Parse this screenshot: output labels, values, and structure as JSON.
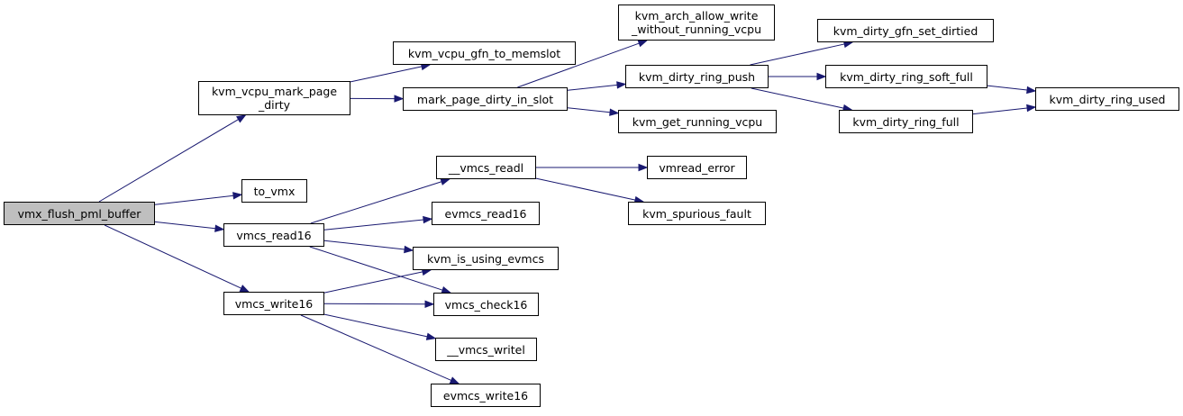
{
  "colors": {
    "edge": "#191970",
    "root_fill": "#bfbfbf",
    "node_fill": "#ffffff",
    "border": "#000000"
  },
  "nodes": {
    "vmx_flush_pml_buffer": "vmx_flush_pml_buffer",
    "kvm_vcpu_mark_page_dirty": "kvm_vcpu_mark_page\n_dirty",
    "to_vmx": "to_vmx",
    "vmcs_read16": "vmcs_read16",
    "vmcs_write16": "vmcs_write16",
    "kvm_vcpu_gfn_to_memslot": "kvm_vcpu_gfn_to_memslot",
    "mark_page_dirty_in_slot": "mark_page_dirty_in_slot",
    "vmcs_readl": "__vmcs_readl",
    "evmcs_read16": "evmcs_read16",
    "kvm_is_using_evmcs": "kvm_is_using_evmcs",
    "vmcs_check16": "vmcs_check16",
    "vmcs_writel": "__vmcs_writel",
    "evmcs_write16": "evmcs_write16",
    "kvm_arch_allow_write_without_running_vcpu": "kvm_arch_allow_write\n_without_running_vcpu",
    "kvm_dirty_ring_push": "kvm_dirty_ring_push",
    "kvm_get_running_vcpu": "kvm_get_running_vcpu",
    "vmread_error": "vmread_error",
    "kvm_spurious_fault": "kvm_spurious_fault",
    "kvm_dirty_gfn_set_dirtied": "kvm_dirty_gfn_set_dirtied",
    "kvm_dirty_ring_soft_full": "kvm_dirty_ring_soft_full",
    "kvm_dirty_ring_full": "kvm_dirty_ring_full",
    "kvm_dirty_ring_used": "kvm_dirty_ring_used"
  },
  "edges": [
    [
      "vmx_flush_pml_buffer",
      "kvm_vcpu_mark_page_dirty"
    ],
    [
      "vmx_flush_pml_buffer",
      "to_vmx"
    ],
    [
      "vmx_flush_pml_buffer",
      "vmcs_read16"
    ],
    [
      "vmx_flush_pml_buffer",
      "vmcs_write16"
    ],
    [
      "kvm_vcpu_mark_page_dirty",
      "kvm_vcpu_gfn_to_memslot"
    ],
    [
      "kvm_vcpu_mark_page_dirty",
      "mark_page_dirty_in_slot"
    ],
    [
      "mark_page_dirty_in_slot",
      "kvm_arch_allow_write_without_running_vcpu"
    ],
    [
      "mark_page_dirty_in_slot",
      "kvm_dirty_ring_push"
    ],
    [
      "mark_page_dirty_in_slot",
      "kvm_get_running_vcpu"
    ],
    [
      "kvm_dirty_ring_push",
      "kvm_dirty_gfn_set_dirtied"
    ],
    [
      "kvm_dirty_ring_push",
      "kvm_dirty_ring_soft_full"
    ],
    [
      "kvm_dirty_ring_push",
      "kvm_dirty_ring_full"
    ],
    [
      "kvm_dirty_ring_soft_full",
      "kvm_dirty_ring_used"
    ],
    [
      "kvm_dirty_ring_full",
      "kvm_dirty_ring_used"
    ],
    [
      "vmcs_read16",
      "vmcs_readl"
    ],
    [
      "vmcs_read16",
      "evmcs_read16"
    ],
    [
      "vmcs_read16",
      "kvm_is_using_evmcs"
    ],
    [
      "vmcs_read16",
      "vmcs_check16"
    ],
    [
      "vmcs_readl",
      "vmread_error"
    ],
    [
      "vmcs_readl",
      "kvm_spurious_fault"
    ],
    [
      "vmcs_write16",
      "kvm_is_using_evmcs"
    ],
    [
      "vmcs_write16",
      "vmcs_check16"
    ],
    [
      "vmcs_write16",
      "vmcs_writel"
    ],
    [
      "vmcs_write16",
      "evmcs_write16"
    ]
  ]
}
